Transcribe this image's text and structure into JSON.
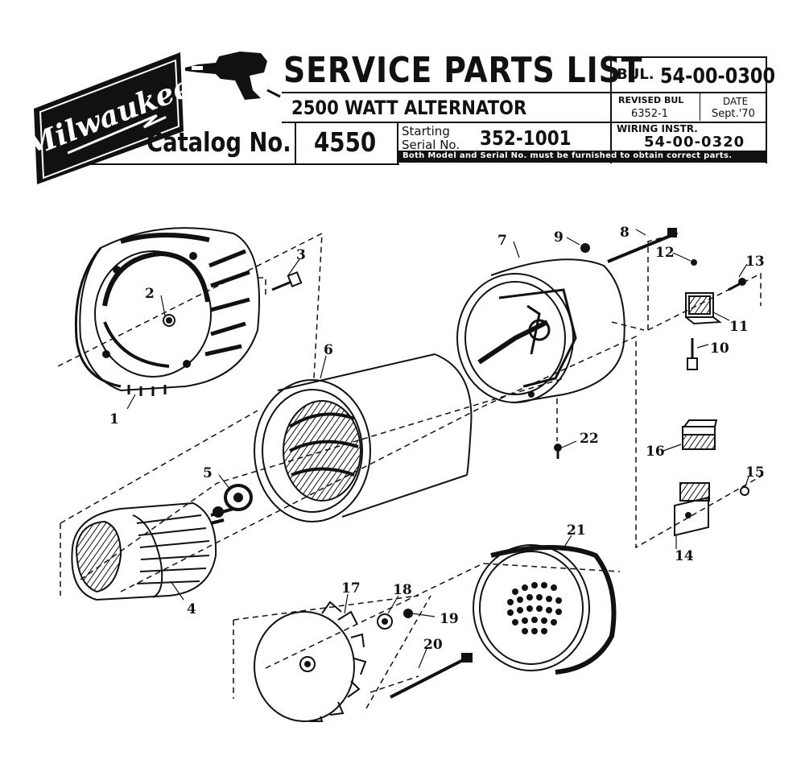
{
  "brand": {
    "logo_text": "Milwaukee"
  },
  "header": {
    "title": "SERVICE PARTS LIST",
    "subtitle": "2500 WATT ALTERNATOR",
    "catalog_label": "Catalog No.",
    "catalog_number": "4550",
    "starting_label": "Starting",
    "serial_label": "Serial No.",
    "serial_number": "352-1001",
    "bulletin_prefix": "BUL.",
    "bulletin_number": "54-00-0300",
    "revised_label": "REVISED BUL",
    "revised_value": "6352-1",
    "date_label": "DATE",
    "date_value": "Sept.'70",
    "wiring_label": "WIRING INSTR.",
    "wiring_value": "54-00-0320",
    "notice": "Both Model and Serial No. must be furnished to obtain correct parts."
  },
  "callouts": [
    "1",
    "2",
    "3",
    "4",
    "5",
    "6",
    "7",
    "8",
    "9",
    "10",
    "11",
    "12",
    "13",
    "14",
    "15",
    "16",
    "17",
    "18",
    "19",
    "20",
    "21",
    "22"
  ],
  "colors": {
    "ink": "#111111",
    "paper": "#ffffff"
  }
}
